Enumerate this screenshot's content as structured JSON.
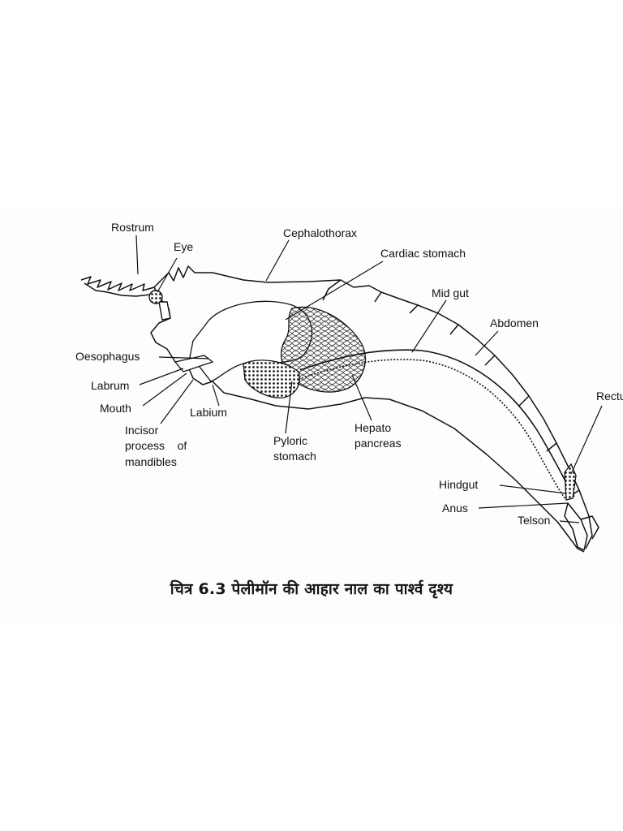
{
  "labels": {
    "rostrum": "Rostrum",
    "eye": "Eye",
    "cephalothorax": "Cephalothorax",
    "cardiac_stomach": "Cardiac stomach",
    "mid_gut": "Mid gut",
    "abdomen": "Abdomen",
    "rectum": "Rectum",
    "oesophagus": "Oesophagus",
    "labrum": "Labrum",
    "mouth": "Mouth",
    "labium": "Labium",
    "incisor_line1": "Incisor",
    "incisor_line2": "process    of",
    "incisor_line3": "mandibles",
    "pyloric_line1": "Pyloric",
    "pyloric_line2": "stomach",
    "hepato_line1": "Hepato",
    "hepato_line2": "pancreas",
    "hindgut": "Hindgut",
    "anus": "Anus",
    "telson": "Telson"
  },
  "caption": "चित्र 6.3 पेलीमॉन की आहार नाल का पार्श्व दृश्य"
}
